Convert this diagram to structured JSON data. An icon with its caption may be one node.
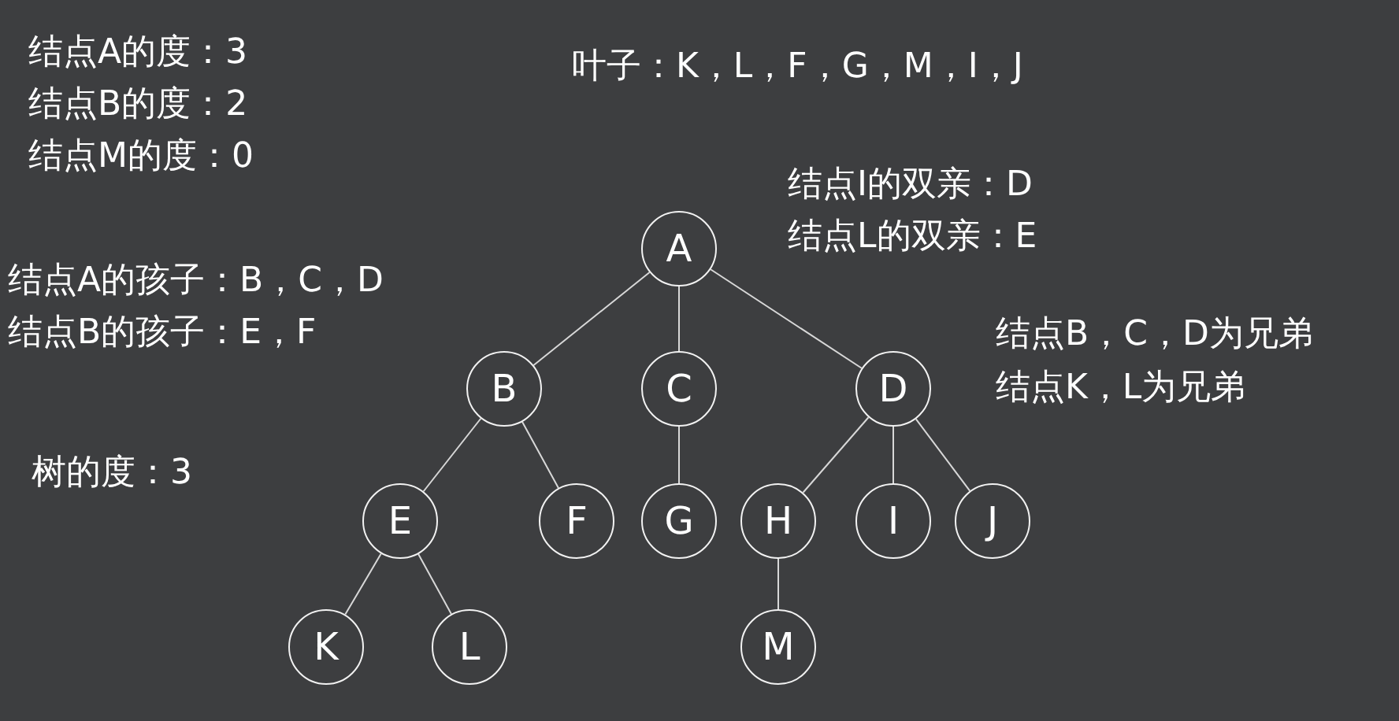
{
  "diagram": {
    "nodes": [
      {
        "text": [
          "A"
        ]
      },
      {
        "text": [
          "B"
        ]
      },
      {
        "text": [
          "C"
        ]
      },
      {
        "text": [
          "D"
        ]
      },
      {
        "text": [
          "E"
        ]
      },
      {
        "text": [
          "F"
        ]
      },
      {
        "text": [
          "G"
        ]
      },
      {
        "text": [
          "H"
        ]
      },
      {
        "text": [
          "I"
        ]
      },
      {
        "text": [
          "J"
        ]
      },
      {
        "text": [
          "K"
        ]
      },
      {
        "text": [
          "L"
        ]
      },
      {
        "text": [
          "M"
        ]
      }
    ],
    "edges": [
      {
        "from": 0,
        "to": 1,
        "arrow": "none"
      },
      {
        "from": 0,
        "to": 2,
        "arrow": "none"
      },
      {
        "from": 0,
        "to": 3,
        "arrow": "none"
      },
      {
        "from": 1,
        "to": 4,
        "arrow": "none"
      },
      {
        "from": 1,
        "to": 5,
        "arrow": "none"
      },
      {
        "from": 2,
        "to": 6,
        "arrow": "none"
      },
      {
        "from": 3,
        "to": 7,
        "arrow": "none"
      },
      {
        "from": 3,
        "to": 8,
        "arrow": "none"
      },
      {
        "from": 3,
        "to": 9,
        "arrow": "none"
      },
      {
        "from": 4,
        "to": 10,
        "arrow": "none"
      },
      {
        "from": 4,
        "to": 11,
        "arrow": "none"
      },
      {
        "from": 7,
        "to": 12,
        "arrow": "none"
      }
    ],
    "labels": [
      "结点A的度：3",
      "结点B的度：2",
      "结点M的度：0",
      "叶子：K，L，F，G，M，I，J",
      "结点I的双亲：D",
      "结点L的双亲：E",
      "结点A的孩子：B，C，D",
      "结点B的孩子：E，F",
      "结点B，C，D为兄弟",
      "结点K，L为兄弟",
      "树的度：3"
    ]
  }
}
